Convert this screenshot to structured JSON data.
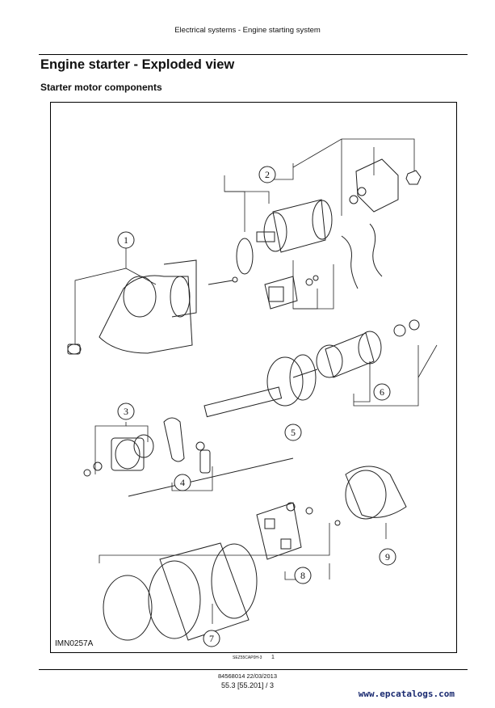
{
  "header": {
    "section": "Electrical systems - Engine starting system"
  },
  "page": {
    "title": "Engine starter - Exploded view",
    "subtitle": "Starter motor components"
  },
  "figure": {
    "code": "IMN0257A",
    "ref": "SEZ55CAP0H-3",
    "number": "1",
    "callouts": [
      "1",
      "2",
      "3",
      "4",
      "5",
      "6",
      "7",
      "8",
      "9"
    ]
  },
  "footer": {
    "doc": "84568014 22/03/2013",
    "page": "55.3 [55.201] / 3"
  },
  "watermark": "www.epcatalogs.com"
}
